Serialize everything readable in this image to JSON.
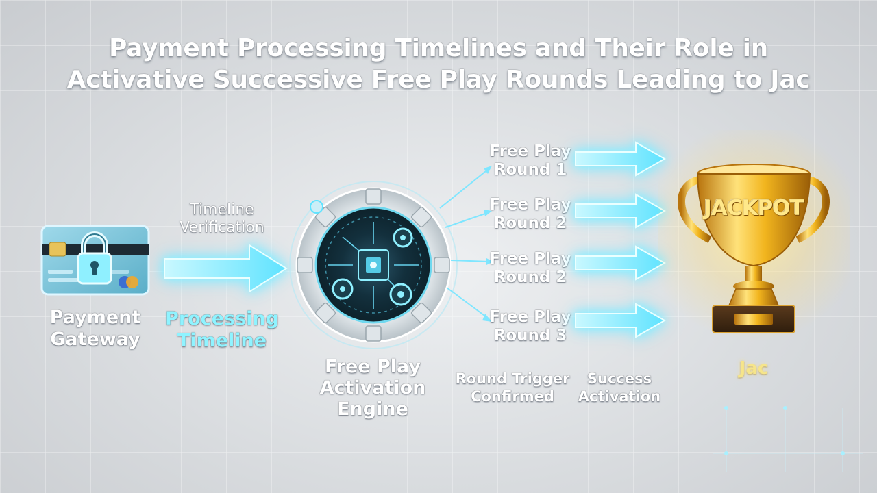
{
  "title": {
    "line1": "Payment Processing Timelines and Their Role in",
    "line2": "Activative Successive Free Play Rounds Leading to Jac"
  },
  "gateway": {
    "label_line1": "Payment",
    "label_line2": "Gateway",
    "icon": "credit-card-lock-icon"
  },
  "timeline": {
    "top_line1": "Timeline",
    "top_line2": "Verification",
    "bottom_line1": "Processing",
    "bottom_line2": "Timeline",
    "bottom_color": "#8ff3ff"
  },
  "engine": {
    "line1": "Free",
    "line2": "Play",
    "line3": "Activation",
    "line4": "Engine",
    "icon": "gear-chip-icon"
  },
  "rounds": [
    {
      "line1": "Free Play",
      "line2": "Round 1"
    },
    {
      "line1": "Free Play",
      "line2": "Round 2"
    },
    {
      "line1": "Free Play",
      "line2": "Round 2"
    },
    {
      "line1": "Free Play",
      "line2": "Round 3"
    }
  ],
  "footer_labels": {
    "trigger_line1": "Round Trigger",
    "trigger_line2": "Confirmed",
    "success_line1": "Success",
    "success_line2": "Activation"
  },
  "trophy": {
    "plate_text": "JACKPOT",
    "caption": "Jac",
    "caption_color": "#f6e58a",
    "icon": "trophy-icon"
  },
  "colors": {
    "accent_cyan": "#5fe3ff",
    "gold": "#f2b51e"
  }
}
